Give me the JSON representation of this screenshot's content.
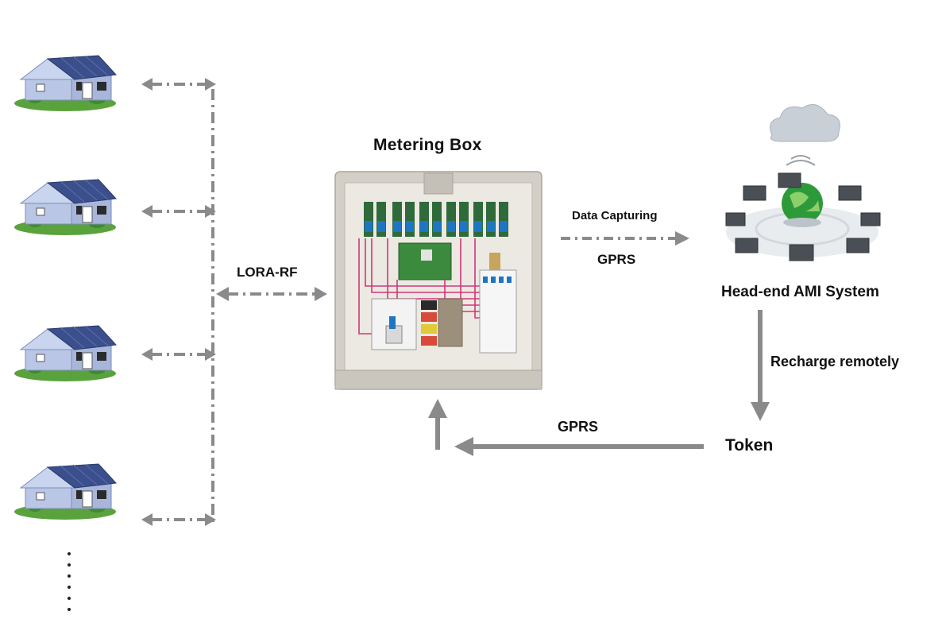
{
  "labels": {
    "metering_box": "Metering Box",
    "lora_rf": "LORA-RF",
    "data_capturing": "Data Capturing",
    "gprs_upper": "GPRS",
    "head_end": "Head-end AMI System",
    "recharge": "Recharge remotely",
    "gprs_lower": "GPRS",
    "token": "Token"
  },
  "houses": {
    "count": 4,
    "more_indicator": "vertical-dots"
  },
  "colors": {
    "arrow": "#8a8a8a",
    "roof": "#3a4f8c",
    "wall": "#b9c6e6",
    "grass": "#5aa23c",
    "box_body": "#e6e3dc",
    "box_frame": "#c9c5bc",
    "relay_board": "#2f6a3a",
    "relay_blue": "#1d76c2",
    "globe": "#2d9a3a",
    "cloud": "#c9cfd6"
  }
}
